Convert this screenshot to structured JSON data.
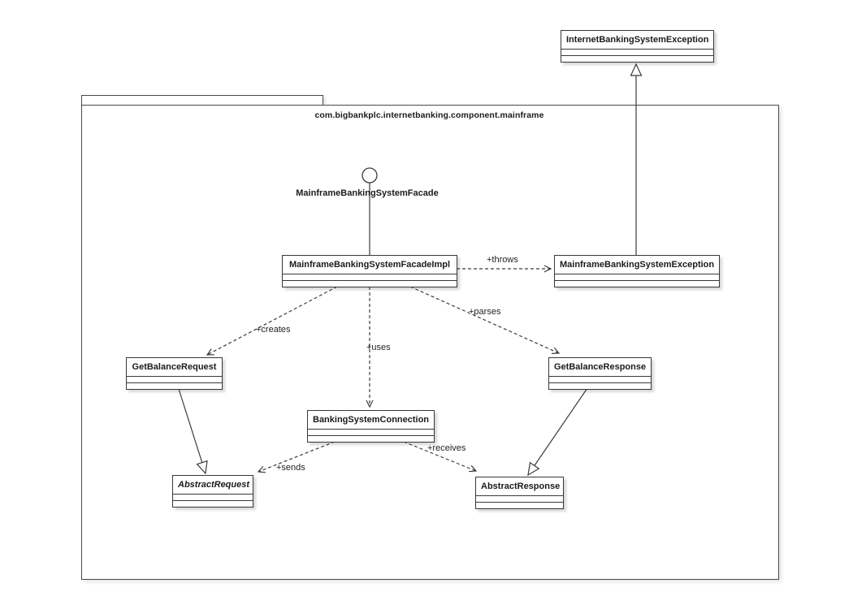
{
  "diagram": {
    "package_label": "com.bigbankplc.internetbanking.component.mainframe",
    "interface": {
      "name": "MainframeBankingSystemFacade"
    },
    "classes": {
      "internet_banking_system_exception": "InternetBankingSystemException",
      "mainframe_banking_system_facade_impl": "MainframeBankingSystemFacadeImpl",
      "mainframe_banking_system_exception": "MainframeBankingSystemException",
      "get_balance_request": "GetBalanceRequest",
      "get_balance_response": "GetBalanceResponse",
      "banking_system_connection": "BankingSystemConnection",
      "abstract_request": "AbstractRequest",
      "abstract_response": "AbstractResponse"
    },
    "relationship_labels": {
      "throws": "+throws",
      "creates": "+creates",
      "uses": "+uses",
      "parses": "+parses",
      "sends": "+sends",
      "receives": "+receives"
    },
    "relationships": [
      {
        "type": "dependency",
        "label": "+throws",
        "from": "MainframeBankingSystemFacadeImpl",
        "to": "MainframeBankingSystemException"
      },
      {
        "type": "dependency",
        "label": "+creates",
        "from": "MainframeBankingSystemFacadeImpl",
        "to": "GetBalanceRequest"
      },
      {
        "type": "dependency",
        "label": "+uses",
        "from": "MainframeBankingSystemFacadeImpl",
        "to": "BankingSystemConnection"
      },
      {
        "type": "dependency",
        "label": "+parses",
        "from": "MainframeBankingSystemFacadeImpl",
        "to": "GetBalanceResponse"
      },
      {
        "type": "dependency",
        "label": "+sends",
        "from": "BankingSystemConnection",
        "to": "AbstractRequest"
      },
      {
        "type": "dependency",
        "label": "+receives",
        "from": "BankingSystemConnection",
        "to": "AbstractResponse"
      },
      {
        "type": "generalization",
        "from": "MainframeBankingSystemException",
        "to": "InternetBankingSystemException"
      },
      {
        "type": "generalization",
        "from": "GetBalanceRequest",
        "to": "AbstractRequest"
      },
      {
        "type": "generalization",
        "from": "GetBalanceResponse",
        "to": "AbstractResponse"
      },
      {
        "type": "lollipop-interface",
        "from": "MainframeBankingSystemFacadeImpl",
        "to": "MainframeBankingSystemFacade"
      }
    ],
    "colors": {
      "stroke": "#3b3b3b",
      "text": "#1b1b1b",
      "background": "#ffffff"
    }
  }
}
